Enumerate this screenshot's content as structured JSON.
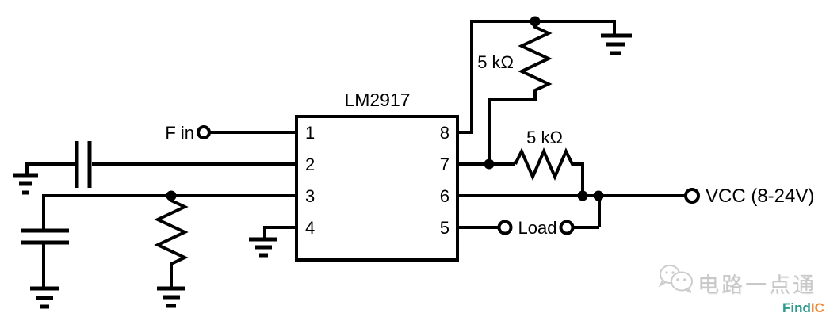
{
  "schematic": {
    "ic": {
      "name": "LM2917",
      "left_pins": [
        "1",
        "2",
        "3",
        "4"
      ],
      "right_pins": [
        "8",
        "7",
        "6",
        "5"
      ]
    },
    "labels": {
      "f_in": "F in",
      "r_top": "5 kΩ",
      "r_mid": "5 kΩ",
      "load": "Load",
      "vcc": "VCC (8-24V)"
    }
  },
  "watermark": {
    "icon": "wechat-chat-bubbles-icon",
    "text": "电路一点通",
    "brand_find": "Find",
    "brand_ic": "IC"
  },
  "colors": {
    "line": "#000000",
    "watermark_gray": "#c8c8c8",
    "brand_teal": "#2a9a8c",
    "brand_orange": "#ef8b3d"
  }
}
